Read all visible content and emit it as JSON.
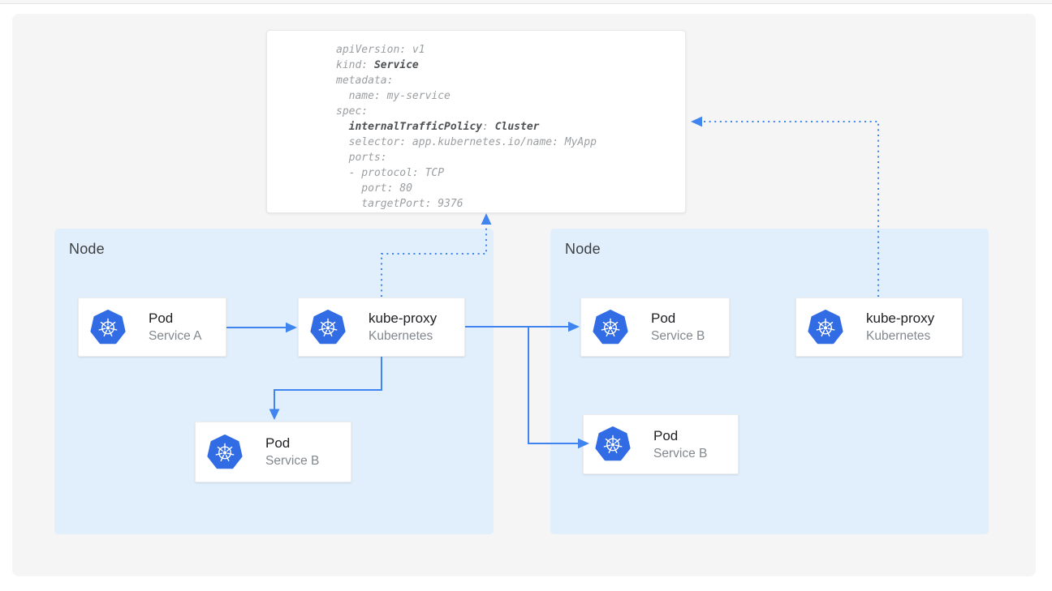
{
  "colors": {
    "arrow_blue": "#4084f0",
    "node_bg": "#e1effc",
    "kubernetes_blue": "#326ce5",
    "panel_bg": "#f5f5f6",
    "code_gray": "#9b9ea1",
    "code_bold": "#4e5154"
  },
  "yaml_card": {
    "l1": "apiVersion: v1",
    "l2a": "kind: ",
    "l2b": "Service",
    "l3": "metadata:",
    "l4": "  name: my-service",
    "l5": "spec:",
    "l6a": "  ",
    "l6b": "internalTrafficPolicy",
    "l6c": ": ",
    "l6d": "Cluster",
    "l7": "  selector: app.kubernetes.io/name: MyApp",
    "l8": "  ports:",
    "l9": "  - protocol: TCP",
    "l10": "    port: 80",
    "l11": "    targetPort: 9376"
  },
  "nodes": [
    {
      "label": "Node",
      "cards": [
        {
          "icon": "kubernetes-icon",
          "title": "Pod",
          "subtitle": "Service A"
        },
        {
          "icon": "kubernetes-icon",
          "title": "kube-proxy",
          "subtitle": "Kubernetes"
        },
        {
          "icon": "kubernetes-icon",
          "title": "Pod",
          "subtitle": "Service B"
        }
      ]
    },
    {
      "label": "Node",
      "cards": [
        {
          "icon": "kubernetes-icon",
          "title": "Pod",
          "subtitle": "Service B"
        },
        {
          "icon": "kubernetes-icon",
          "title": "Pod",
          "subtitle": "Service B"
        },
        {
          "icon": "kubernetes-icon",
          "title": "kube-proxy",
          "subtitle": "Kubernetes"
        }
      ]
    }
  ]
}
